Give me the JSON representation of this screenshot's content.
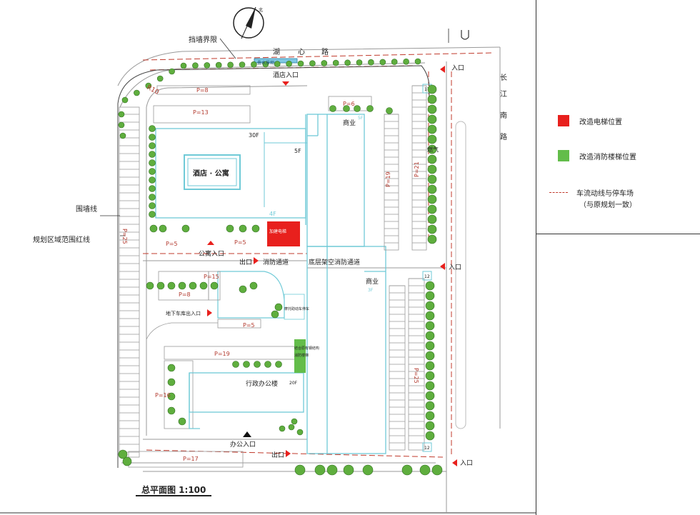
{
  "plan": {
    "labels": {
      "retaining_wall": "挡墙界限",
      "road_north": [
        "湖",
        "心",
        "路"
      ],
      "road_east": [
        "长",
        "江",
        "南",
        "路"
      ],
      "water_pool": "叠水景观",
      "hotel_entrance": "酒店入口",
      "r10": "R10",
      "hotel_building": "酒店 · 公寓",
      "hotel_floors": "30F",
      "podium_floors": "5F",
      "floors_4f": "4F",
      "commercial_north": "商业",
      "commercial_north_floors": "5F",
      "commercial_south": "商业",
      "commercial_south_floors": "3F",
      "weiqi": "燃气",
      "elevator_box": "加建电梯",
      "apartment_entrance": "公寓入口",
      "exit_mid": "出口",
      "fire_lane": "消防通道",
      "arcade_fire_lane": "底层架空消防通道",
      "underground_entrance": "地下车库出入口",
      "motor_parking": "摩托助动车停车",
      "fire_stair_note": [
        "结合原有钢结构",
        "消防楼梯"
      ],
      "office_building": "行政办公楼",
      "office_floors": "20F",
      "office_entrance": "办公入口",
      "exit_bottom": "出口",
      "entrance_ne": "入口",
      "entrance_e": "入口",
      "entrance_se": "入口",
      "fence_line": "围墙线",
      "planning_line": "规划区域范围红线",
      "scale_title": "总平面图 1:100",
      "north_mark": "北"
    },
    "parking": [
      "P=8",
      "P=13",
      "P=6",
      "P=21",
      "P=19",
      "P=25",
      "P=5",
      "P=5",
      "P=15",
      "P=8",
      "P=5",
      "P=19",
      "P=16",
      "P=17"
    ],
    "bays": [
      "17",
      "12",
      "12"
    ]
  },
  "legend": {
    "items": [
      {
        "label": "改造电梯位置",
        "color": "#e8201d"
      },
      {
        "label": "改造消防楼梯位置",
        "color": "#63bd4a"
      },
      {
        "label": "车流动线与停车场",
        "color": "#c0392b"
      }
    ],
    "sub_note": "（与原规划一致）"
  }
}
